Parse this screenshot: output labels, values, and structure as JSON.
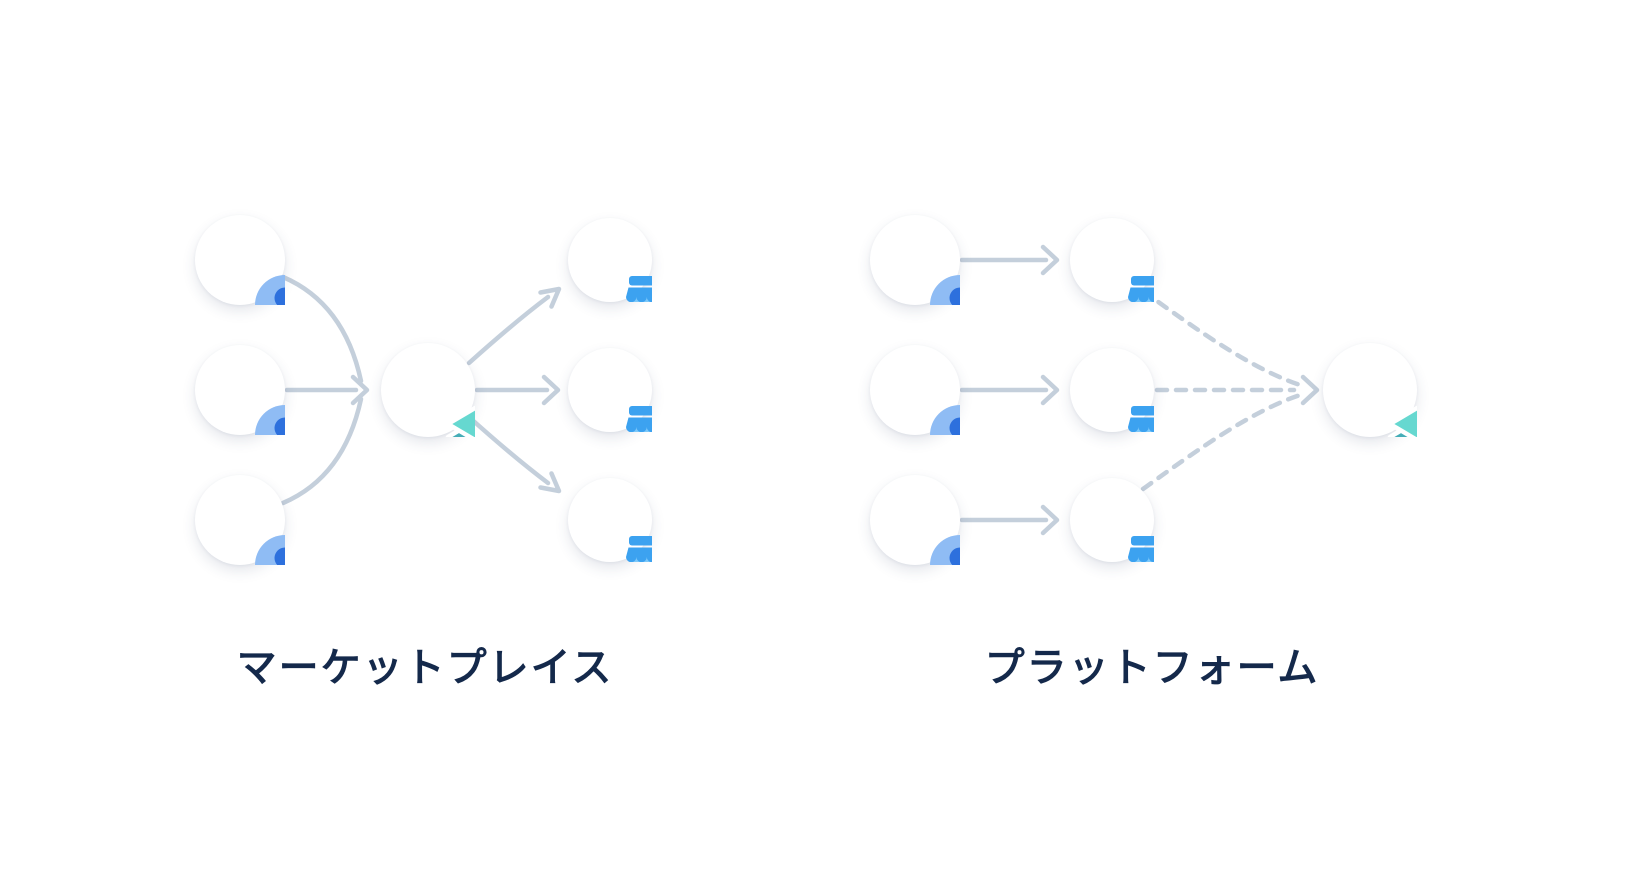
{
  "colors": {
    "arrow": "#C4CFDB",
    "labelText": "#14294B",
    "avatarBg": "#8FBCF4",
    "avatarFg": "#2D70DD",
    "storeDark": "#3CA2F0",
    "storeLight": "#7CC8F9",
    "layersLight": "#66D8D0",
    "layersDark": "#45ADB7",
    "nodeBg": "#ffffff"
  },
  "diagrams": [
    {
      "label": "マーケットプレイス",
      "left_nodes": "3 user icons",
      "center_node": "1 platform layers icon",
      "right_nodes": "3 storefront icons",
      "connections": [
        {
          "from": "users",
          "to": "platform",
          "style": "solid curved, converging"
        },
        {
          "from": "platform",
          "to": "storefronts",
          "style": "solid curved, diverging"
        }
      ]
    },
    {
      "label": "プラットフォーム",
      "left_nodes": "3 user icons",
      "center_nodes": "3 storefront icons",
      "right_node": "1 platform layers icon",
      "connections": [
        {
          "from": "users",
          "to": "storefronts",
          "style": "solid straight"
        },
        {
          "from": "storefronts",
          "to": "platform",
          "style": "dashed curved, converging"
        }
      ]
    }
  ]
}
